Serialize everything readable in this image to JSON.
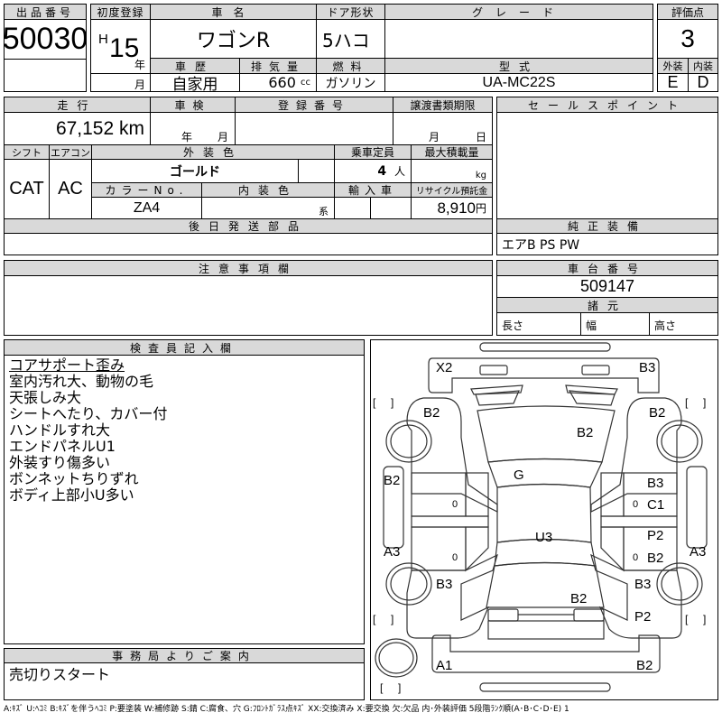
{
  "lot": {
    "label": "出品番号",
    "value": "50030"
  },
  "first_reg": {
    "label": "初度登録",
    "era": "H",
    "year": "15",
    "year_unit": "年",
    "month_unit": "月"
  },
  "car_name": {
    "label": "車名",
    "value": "ワゴンR"
  },
  "door": {
    "label": "ドア形状",
    "value": "5ハコ"
  },
  "grade": {
    "label": "グレード",
    "value": ""
  },
  "score": {
    "label": "評価点",
    "value": "3",
    "ext_label": "外装",
    "int_label": "内装",
    "ext_value": "E",
    "int_value": "D"
  },
  "history": {
    "label": "車歴",
    "value": "自家用"
  },
  "displacement": {
    "label": "排気量",
    "value": "660",
    "unit": "cc"
  },
  "fuel": {
    "label": "燃料",
    "value": "ガソリン"
  },
  "model": {
    "label": "型式",
    "value": "UA-MC22S"
  },
  "mileage": {
    "label": "走行",
    "value": "67,152 km"
  },
  "inspection": {
    "label": "車検",
    "year_unit": "年",
    "month_unit": "月"
  },
  "reg_number": {
    "label": "登録番号",
    "value": ""
  },
  "transfer": {
    "label": "譲渡書類期限",
    "month_unit": "月",
    "day_unit": "日"
  },
  "shift": {
    "label": "シフト",
    "value": "CAT"
  },
  "aircon": {
    "label": "エアコン",
    "value": "AC"
  },
  "ext_color": {
    "label": "外装色",
    "value": "ゴールド"
  },
  "capacity": {
    "label": "乗車定員",
    "value": "4",
    "unit": "人"
  },
  "max_load": {
    "label": "最大積載量",
    "unit": "kg"
  },
  "color_no": {
    "label": "カラーNo.",
    "value": "ZA4"
  },
  "int_color": {
    "label": "内装色",
    "unit": "系"
  },
  "import": {
    "label": "輸入車"
  },
  "recycle": {
    "label": "リサイクル預託金",
    "value": "8,910",
    "unit": "円"
  },
  "later_parts": {
    "label": "後日発送部品",
    "value": ""
  },
  "sales_points": {
    "label": "セールスポイント"
  },
  "equipment": {
    "label": "純正装備",
    "value": "エアB PS PW"
  },
  "caution": {
    "label": "注意事項欄"
  },
  "chassis": {
    "label": "車台番号",
    "value": "509147"
  },
  "specs": {
    "label": "諸元",
    "length": "長さ",
    "width": "幅",
    "height": "高さ"
  },
  "inspector": {
    "label": "検査員記入欄",
    "lines": [
      "コアサポート歪み",
      "室内汚れ大、動物の毛",
      "天張しみ大",
      "シートへたり、カバー付",
      "ハンドルすれ大",
      "エンドパネルU1",
      "外装すり傷多い",
      "ボンネットちりずれ",
      "ボディ上部小U多い"
    ]
  },
  "office": {
    "label": "事務局よりご案内",
    "value": "売切りスタート"
  },
  "diagram": {
    "marks": {
      "front_left_bumper": "X2",
      "front_right_bumper": "B3",
      "left_front_fender": "B2",
      "right_front_fender": "B2",
      "hood": "B2",
      "windshield": "G",
      "left_front_pillar": "B2",
      "right_front_door": "B3",
      "right_front_door2": "C1",
      "roof": "U3",
      "right_rear_door": "P2",
      "right_rear_door2": "B2",
      "left_rocker": "A3",
      "right_rocker": "A3",
      "left_rear_fender": "B3",
      "right_rear_fender": "B3",
      "trunk": "B2",
      "right_rear_quarter": "P2",
      "rear_bumper_left": "A1",
      "rear_bumper_right": "B2",
      "zero_lf": "0",
      "zero_lr": "0",
      "zero_rf": "0",
      "zero_rr": "0"
    }
  },
  "legend": "A:ｷｽﾞ U:ﾍｺﾐ B:ｷｽﾞを伴うﾍｺﾐ P:要塗装 W:補修跡 S:錆 C:腐食、穴 G:ﾌﾛﾝﾄｶﾞﾗｽ点ｷｽﾞ XX:交換済み X:要交換 欠:欠品 内･外装評価 5段階ﾗﾝｸ順(A･B･C･D･E) 1"
}
